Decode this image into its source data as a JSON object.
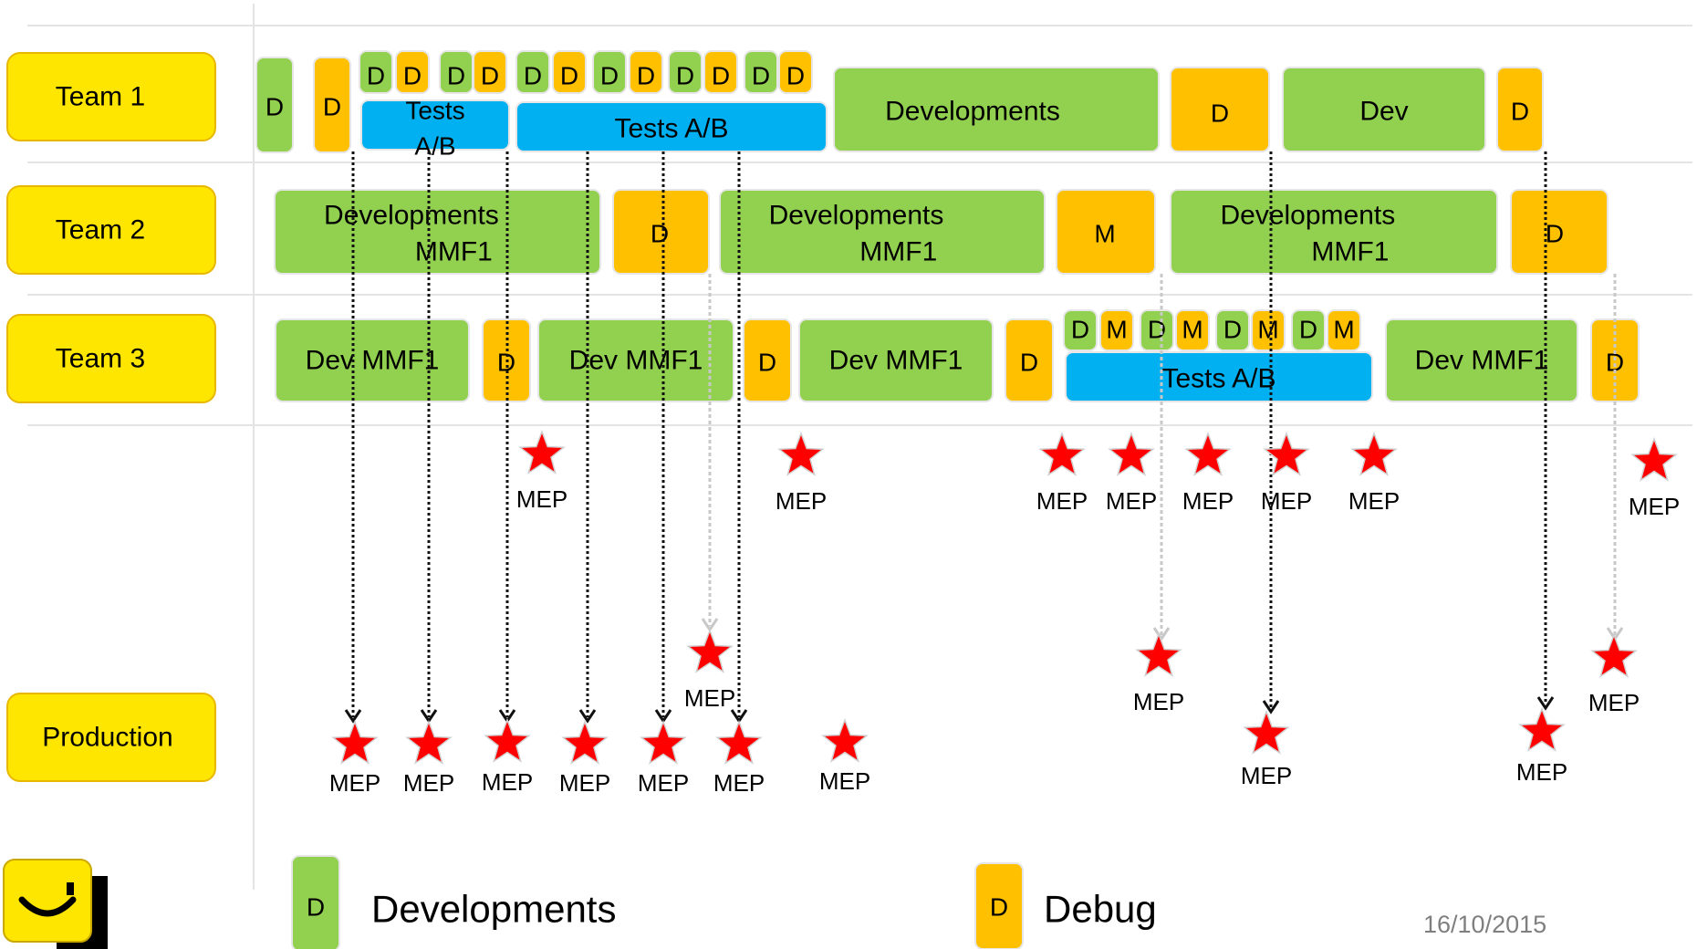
{
  "teams": [
    {
      "id": "team1",
      "label": "Team 1"
    },
    {
      "id": "team2",
      "label": "Team 2"
    },
    {
      "id": "team3",
      "label": "Team 3"
    }
  ],
  "production_label": "Production",
  "colors": {
    "dev": "#92d050",
    "debug": "#ffc000",
    "test": "#00b0f0",
    "team_box": "#ffe600",
    "team_border": "#e8b800",
    "star": "#ff0000"
  },
  "activity_codes": {
    "dev": "D",
    "debug": "D",
    "merge": "M"
  },
  "tasks": {
    "team1_tests_ab_small": "Tests A/B",
    "team1_tests_ab": "Tests A/B",
    "team1_developments": "Developments",
    "team1_dev": "Dev",
    "team2_dev_line1": "Developments",
    "team2_dev_line2": "MMF1",
    "team3_dev_mmf1": "Dev MMF1",
    "team3_tests_ab": "Tests A/B"
  },
  "release_label": "MEP",
  "legend": {
    "dev_code": "D",
    "dev_label": "Developments",
    "debug_code": "D",
    "debug_label": "Debug"
  },
  "date": "16/10/2015",
  "logo": "smiley-logo"
}
